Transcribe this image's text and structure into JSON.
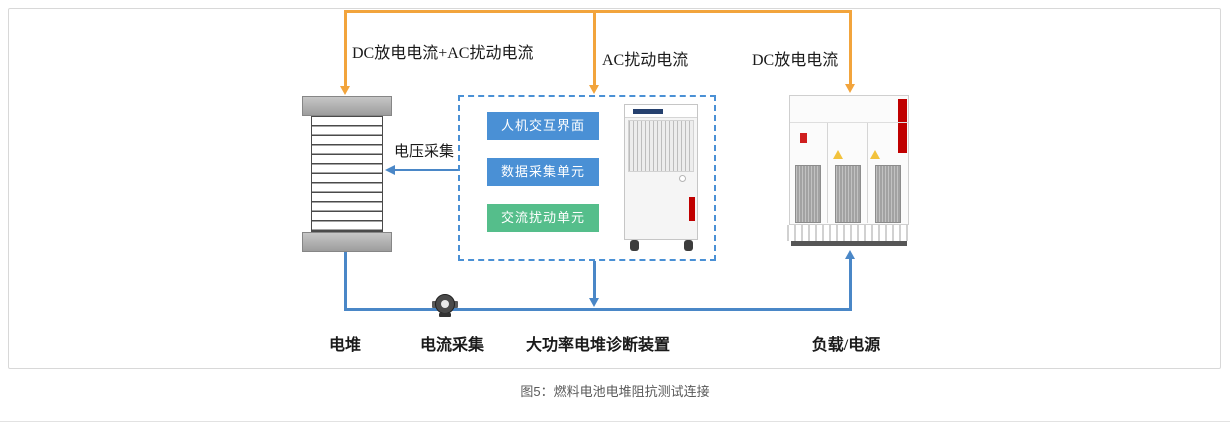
{
  "figure": {
    "caption": "图5：燃料电池电堆阻抗测试连接"
  },
  "top_flows": {
    "stack_flow": "DC放电电流+AC扰动电流",
    "diagnostic_flow": "AC扰动电流",
    "load_flow": "DC放电电流"
  },
  "voltage_acquisition_label": "电压采集",
  "diagnostic_device": {
    "units": [
      {
        "label": "人机交互界面",
        "color": "#4A90D5"
      },
      {
        "label": "数据采集单元",
        "color": "#4A90D5"
      },
      {
        "label": "交流扰动单元",
        "color": "#55BE8B"
      }
    ]
  },
  "bottom_labels": {
    "stack": "电堆",
    "current_acquisition": "电流采集",
    "diagnostic_device": "大功率电堆诊断装置",
    "load_power": "负载/电源"
  },
  "colors": {
    "flow_orange": "#F2A43C",
    "flow_blue": "#4A87C7",
    "unit_blue": "#4A90D5",
    "unit_green": "#55BE8B",
    "brand_red": "#C00000",
    "warning_yellow": "#F2C23C",
    "caption_gray": "#595959"
  }
}
